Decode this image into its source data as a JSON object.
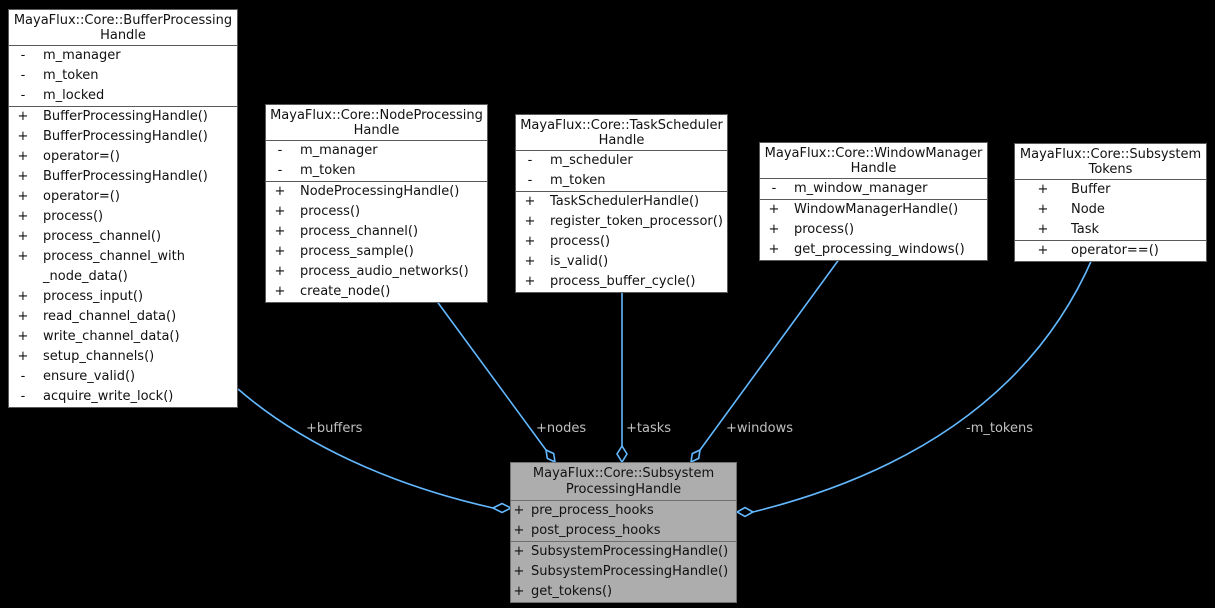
{
  "diagram": {
    "type": "uml-collaboration-diagram",
    "background": "#000000",
    "edge_color": "#63b8ff",
    "label_color": "#c0c0c0",
    "node_fill": "#ffffff",
    "node_border": "#5a5a5a",
    "highlight_fill": "#adadad",
    "highlight_border": "#6f6f6f"
  },
  "classes": [
    {
      "id": "buffer-processing-handle",
      "title": "MayaFlux::Core::BufferProcessing\nHandle",
      "attrs": [
        {
          "sign": "-",
          "text": "m_manager"
        },
        {
          "sign": "-",
          "text": "m_token"
        },
        {
          "sign": "-",
          "text": "m_locked"
        }
      ],
      "methods": [
        {
          "sign": "+",
          "text": "BufferProcessingHandle()"
        },
        {
          "sign": "+",
          "text": "BufferProcessingHandle()"
        },
        {
          "sign": "+",
          "text": "operator=()"
        },
        {
          "sign": "+",
          "text": "BufferProcessingHandle()"
        },
        {
          "sign": "+",
          "text": "operator=()"
        },
        {
          "sign": "+",
          "text": "process()"
        },
        {
          "sign": "+",
          "text": "process_channel()"
        },
        {
          "sign": "+",
          "text": "process_channel_with\n_node_data()"
        },
        {
          "sign": "+",
          "text": "process_input()"
        },
        {
          "sign": "+",
          "text": "read_channel_data()"
        },
        {
          "sign": "+",
          "text": "write_channel_data()"
        },
        {
          "sign": "+",
          "text": "setup_channels()"
        },
        {
          "sign": "-",
          "text": "ensure_valid()"
        },
        {
          "sign": "-",
          "text": "acquire_write_lock()"
        }
      ]
    },
    {
      "id": "node-processing-handle",
      "title": "MayaFlux::Core::NodeProcessing\nHandle",
      "attrs": [
        {
          "sign": "-",
          "text": "m_manager"
        },
        {
          "sign": "-",
          "text": "m_token"
        }
      ],
      "methods": [
        {
          "sign": "+",
          "text": "NodeProcessingHandle()"
        },
        {
          "sign": "+",
          "text": "process()"
        },
        {
          "sign": "+",
          "text": "process_channel()"
        },
        {
          "sign": "+",
          "text": "process_sample()"
        },
        {
          "sign": "+",
          "text": "process_audio_networks()"
        },
        {
          "sign": "+",
          "text": "create_node()"
        }
      ]
    },
    {
      "id": "task-scheduler-handle",
      "title": "MayaFlux::Core::TaskScheduler\nHandle",
      "attrs": [
        {
          "sign": "-",
          "text": "m_scheduler"
        },
        {
          "sign": "-",
          "text": "m_token"
        }
      ],
      "methods": [
        {
          "sign": "+",
          "text": "TaskSchedulerHandle()"
        },
        {
          "sign": "+",
          "text": "register_token_processor()"
        },
        {
          "sign": "+",
          "text": "process()"
        },
        {
          "sign": "+",
          "text": "is_valid()"
        },
        {
          "sign": "+",
          "text": "process_buffer_cycle()"
        }
      ]
    },
    {
      "id": "window-manager-handle",
      "title": "MayaFlux::Core::WindowManager\nHandle",
      "attrs": [
        {
          "sign": "-",
          "text": "m_window_manager"
        }
      ],
      "methods": [
        {
          "sign": "+",
          "text": "WindowManagerHandle()"
        },
        {
          "sign": "+",
          "text": "process()"
        },
        {
          "sign": "+",
          "text": "get_processing_windows()"
        }
      ]
    },
    {
      "id": "subsystem-tokens",
      "title": "MayaFlux::Core::Subsystem\nTokens",
      "attrs": [
        {
          "sign": "+",
          "text": "Buffer"
        },
        {
          "sign": "+",
          "text": "Node"
        },
        {
          "sign": "+",
          "text": "Task"
        }
      ],
      "methods": [
        {
          "sign": "+",
          "text": "operator==()"
        }
      ]
    },
    {
      "id": "subsystem-processing-handle",
      "title": "MayaFlux::Core::Subsystem\nProcessingHandle",
      "highlighted": true,
      "attrs": [
        {
          "sign": "+",
          "text": "pre_process_hooks"
        },
        {
          "sign": "+",
          "text": "post_process_hooks"
        }
      ],
      "methods": [
        {
          "sign": "+",
          "text": "SubsystemProcessingHandle()"
        },
        {
          "sign": "+",
          "text": "SubsystemProcessingHandle()"
        },
        {
          "sign": "+",
          "text": "get_tokens()"
        }
      ]
    }
  ],
  "edges": [
    {
      "label": "+buffers",
      "relation": "aggregation",
      "from": "buffer-processing-handle",
      "to": "subsystem-processing-handle"
    },
    {
      "label": "+nodes",
      "relation": "aggregation",
      "from": "node-processing-handle",
      "to": "subsystem-processing-handle"
    },
    {
      "label": "+tasks",
      "relation": "aggregation",
      "from": "task-scheduler-handle",
      "to": "subsystem-processing-handle"
    },
    {
      "label": "+windows",
      "relation": "aggregation",
      "from": "window-manager-handle",
      "to": "subsystem-processing-handle"
    },
    {
      "label": "-m_tokens",
      "relation": "aggregation",
      "from": "subsystem-tokens",
      "to": "subsystem-processing-handle"
    }
  ]
}
